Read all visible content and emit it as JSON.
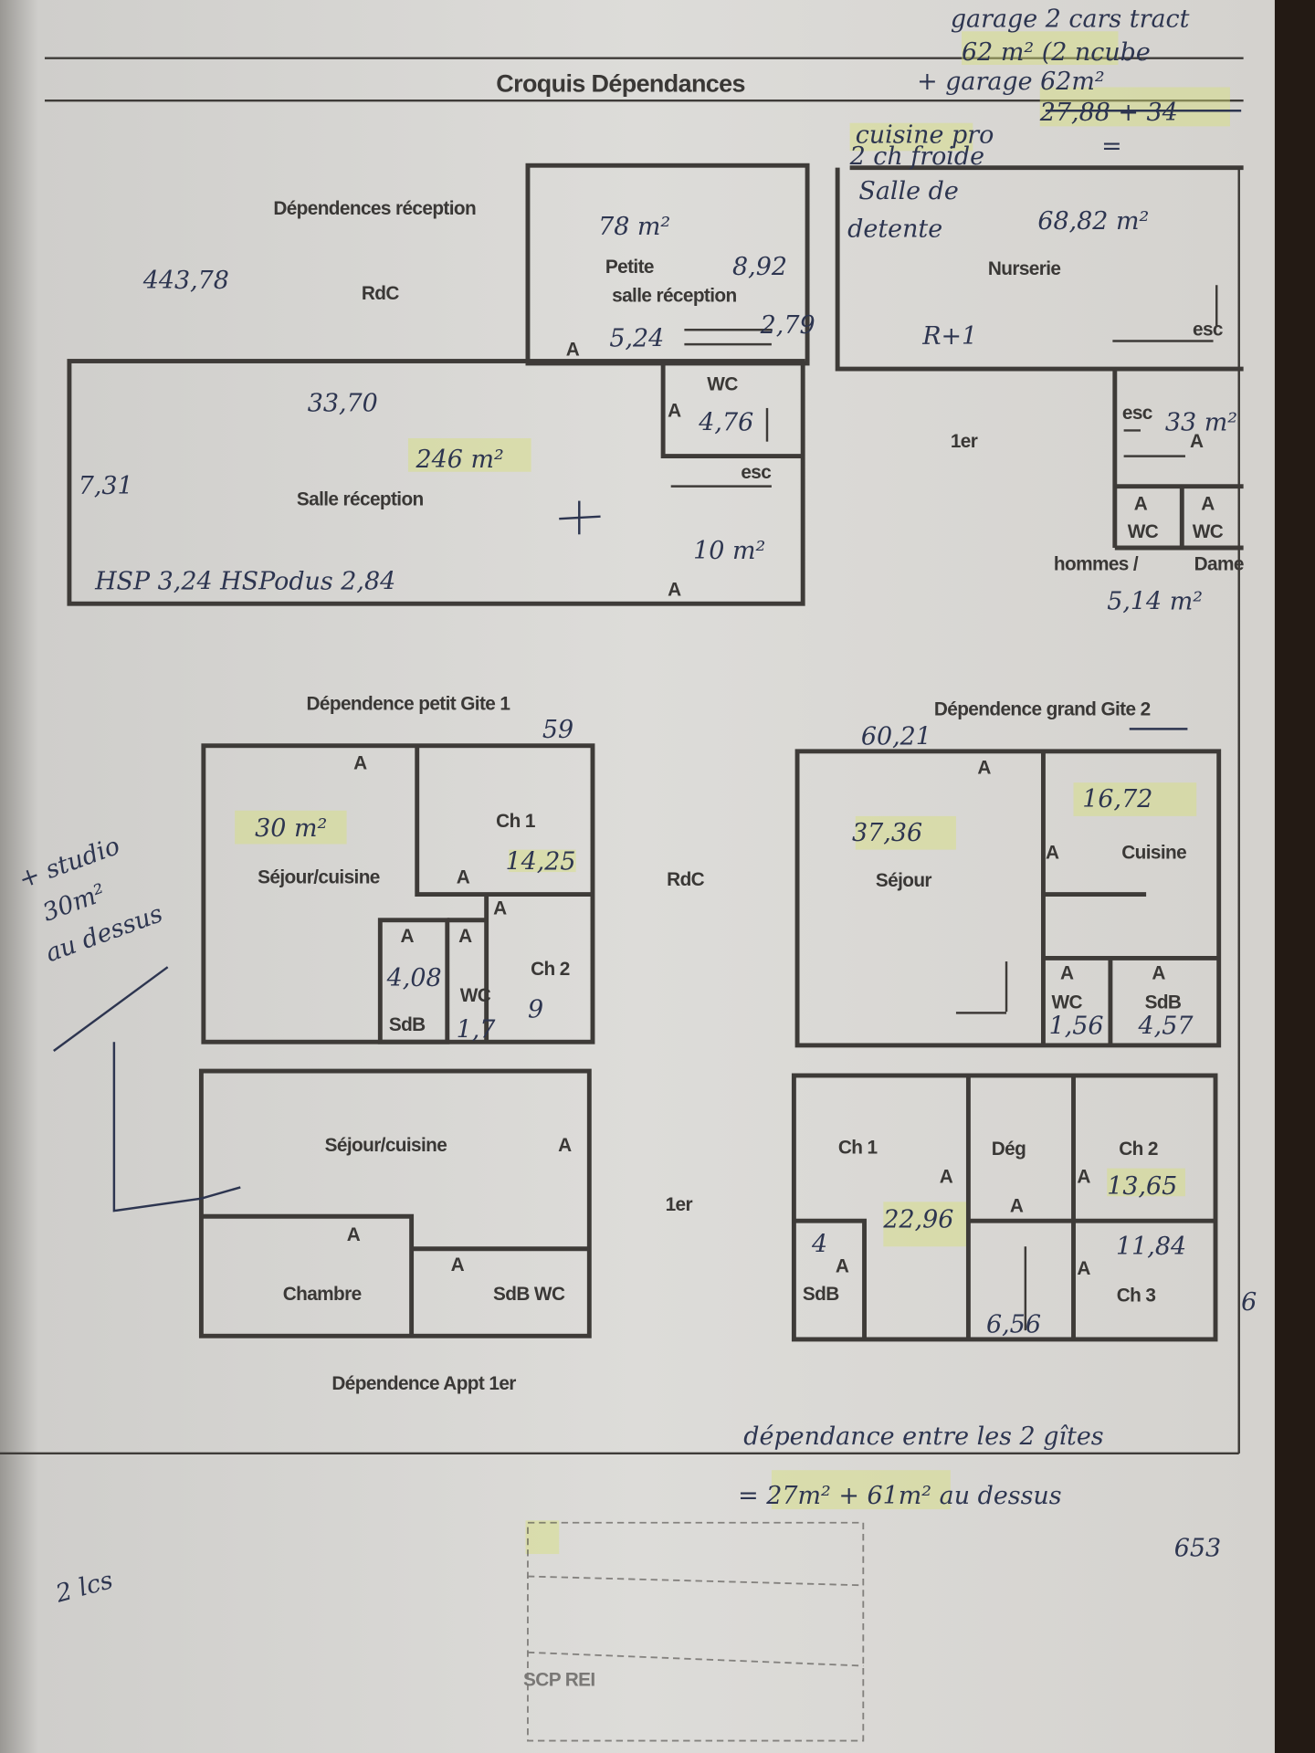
{
  "document": {
    "title": "Croquis Dépendances",
    "stamp_text": "SCP REI"
  },
  "reception": {
    "heading": "Dépendences réception",
    "level_rdc": "RdC",
    "petite_line1": "Petite",
    "petite_line2": "salle réception",
    "salle": "Salle réception",
    "wc": "WC",
    "esc": "esc",
    "door": "A",
    "nurserie": "Nurserie",
    "esc2": "esc",
    "level_1er": "1er",
    "esc3": "esc",
    "wc_h": "WC",
    "wc_d": "WC",
    "hommes": "hommes /",
    "dames": "Dame"
  },
  "gite1": {
    "heading": "Dépendence petit Gite 1",
    "sejour": "Séjour/cuisine",
    "ch1": "Ch 1",
    "ch2": "Ch 2",
    "wc": "WC",
    "sdb": "SdB",
    "door": "A"
  },
  "center_levels": {
    "rdc": "RdC",
    "first": "1er"
  },
  "gite2": {
    "heading": "Dépendence grand Gite 2",
    "sejour": "Séjour",
    "cuisine": "Cuisine",
    "wc": "WC",
    "sdb": "SdB",
    "ch1": "Ch 1",
    "deg": "Dég",
    "ch2": "Ch 2",
    "ch3": "Ch 3",
    "sdb2": "SdB",
    "door": "A"
  },
  "appt": {
    "heading": "Dépendence Appt 1er",
    "sejour": "Séjour/cuisine",
    "chambre": "Chambre",
    "sdbwc": "SdB WC",
    "door": "A"
  },
  "handwritten": {
    "garage1": "garage 2 cars tract",
    "garage2": "62 m² (2 ncube",
    "garage3": "+ garage 62m²",
    "struck": "27,88 + 34",
    "cuisine1": "cuisine pro",
    "cuisine2": "2 ch froide",
    "equals": "=",
    "detente1": "Salle de",
    "detente2": "detente",
    "detente_area": "68,82 m²",
    "r1": "R+1",
    "total_rec": "443,78",
    "petite_area": "78 m²",
    "petite_892": "8,92",
    "petite_524": "5,24",
    "petite_279": "2,79",
    "salle_3370": "33,70",
    "salle_area": "246 m²",
    "wc_476": "4,76",
    "salle_731": "7,31",
    "esc_area": "10 m²",
    "hsp": "HSP 3,24  HSPodus 2,84",
    "esc_33": "33 m²",
    "wc_514": "5,14 m²",
    "g1_total": "59",
    "g2_total": "60,21",
    "g1_sejour": "30 m²",
    "g1_ch1": "14,25",
    "g1_sdb": "4,08",
    "g1_ch2": "9",
    "g1_wc": "1,7",
    "studio1": "+ studio",
    "studio2": "30m²",
    "studio3": "au dessus",
    "g2_sejour": "37,36",
    "g2_cuisine": "16,72",
    "g2_wc": "1,56",
    "g2_sdb": "4,57",
    "g2_ch1": "22,96",
    "g2_ch2": "13,65",
    "g2_ch3": "11,84",
    "g2_sdb2": "4",
    "g2_deg": "6,56",
    "margin_6": "6",
    "between1": "dépendance entre les 2 gîtes",
    "between2": "= 27m² + 61m² au dessus",
    "bottom_left": "2 lcs",
    "bottom_right": "653"
  }
}
